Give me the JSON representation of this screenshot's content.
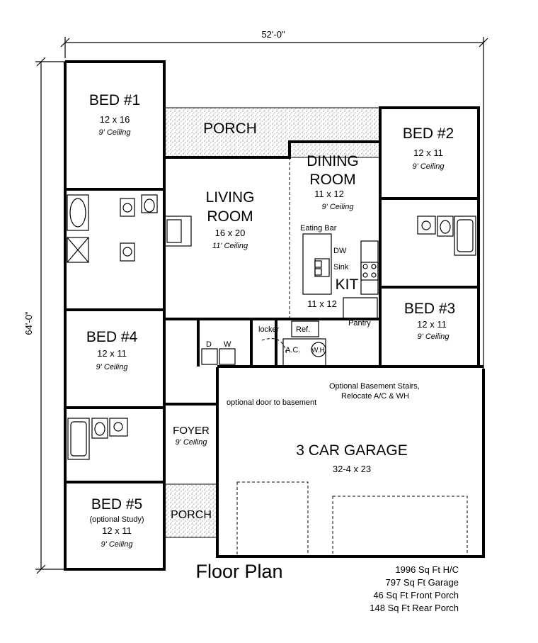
{
  "plan": {
    "overall_width": "52'-0\"",
    "overall_depth": "64'-0\"",
    "title": "Floor Plan"
  },
  "rooms": {
    "bed1": {
      "name": "BED #1",
      "dims": "12 x 16",
      "ceiling": "9' Ceiling"
    },
    "porch_rear": {
      "name": "PORCH"
    },
    "bed2": {
      "name": "BED #2",
      "dims": "12 x 11",
      "ceiling": "9' Ceiling"
    },
    "living": {
      "name1": "LIVING",
      "name2": "ROOM",
      "dims": "16 x 20",
      "ceiling": "11' Ceiling"
    },
    "dining": {
      "name1": "DINING",
      "name2": "ROOM",
      "dims": "11 x 12",
      "ceiling": "9' Ceiling"
    },
    "kitchen": {
      "name": "KIT",
      "dims": "11 x 12"
    },
    "bed3": {
      "name": "BED #3",
      "dims": "12 x 11",
      "ceiling": "9' Ceiling"
    },
    "bed4": {
      "name": "BED #4",
      "dims": "12 x 11",
      "ceiling": "9' Ceiling"
    },
    "foyer": {
      "name": "FOYER",
      "ceiling": "9' Ceiling"
    },
    "garage": {
      "name": "3 CAR GARAGE",
      "dims": "32-4 x 23"
    },
    "bed5": {
      "name": "BED #5",
      "note": "(optional Study)",
      "dims": "12 x 11",
      "ceiling": "9' Ceiling"
    },
    "porch_front": {
      "name": "PORCH"
    }
  },
  "labels": {
    "eating_bar": "Eating Bar",
    "dw": "DW",
    "sink": "Sink",
    "pantry": "Pantry",
    "locker": "locker",
    "ref": "Ref.",
    "ac": "A.C.",
    "wh": "W.H.",
    "dryer": "D",
    "washer": "W",
    "optional_door": "optional door to basement",
    "basement_line1": "Optional Basement Stairs,",
    "basement_line2": "Relocate A/C & WH"
  },
  "stats": [
    "1996 Sq Ft H/C",
    "797 Sq Ft Garage",
    "46 Sq Ft Front Porch",
    "148 Sq Ft Rear Porch"
  ]
}
